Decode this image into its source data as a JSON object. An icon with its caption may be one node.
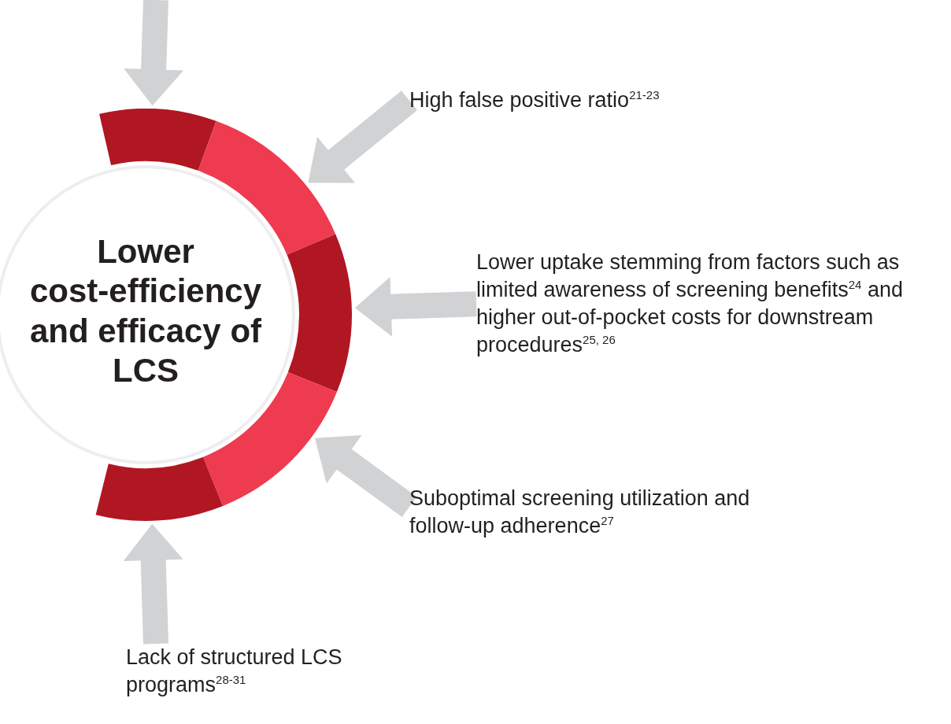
{
  "diagram": {
    "nodes": [
      {
        "text": [
          "Lower cost-efficiency and efficacy of LCS"
        ]
      },
      {
        "text": [
          "High false positive ratio$^{21-23}$"
        ]
      },
      {
        "text": [
          "Lower uptake stemming from factors such as limited awareness of screening benefits$^{24}$ and higher out-of-pocket costs for downstream procedures$^{25, 26}$"
        ]
      },
      {
        "text": [
          "Suboptimal screening utilization and follow-up adherence$^{27}$"
        ]
      },
      {
        "text": [
          "Lack of structured LCS programs$^{28-31}$"
        ]
      }
    ],
    "edges": [
      {
        "from": null,
        "to": 0,
        "arrow": "to"
      },
      {
        "from": 1,
        "to": 0,
        "arrow": "to"
      },
      {
        "from": 2,
        "to": 0,
        "arrow": "to"
      },
      {
        "from": 3,
        "to": 0,
        "arrow": "to"
      },
      {
        "from": 4,
        "to": 0,
        "arrow": "to"
      }
    ]
  }
}
